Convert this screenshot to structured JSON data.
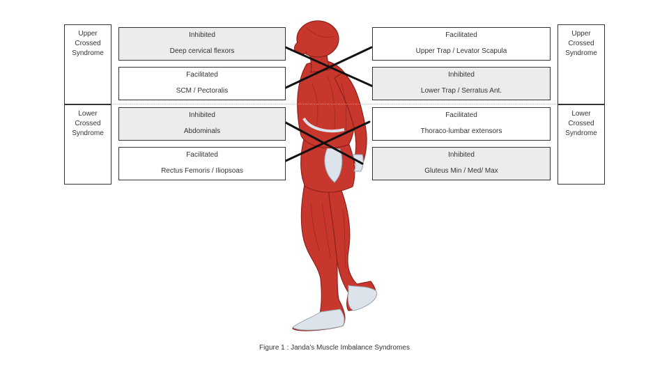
{
  "left_labels": {
    "upper": [
      "Upper",
      "Crossed",
      "Syndrome"
    ],
    "lower": [
      "Lower",
      "Crossed",
      "Syndrome"
    ]
  },
  "right_labels": {
    "upper": [
      "Upper",
      "Crossed",
      "Syndrome"
    ],
    "lower": [
      "Lower",
      "Crossed",
      "Syndrome"
    ]
  },
  "upper_crossed": {
    "left_top": {
      "status": "Inhibited",
      "muscle": "Deep cervical flexors"
    },
    "left_bottom": {
      "status": "Facilitated",
      "muscle": "SCM  /  Pectoralis"
    },
    "right_top": {
      "status": "Facilitated",
      "muscle": "Upper Trap / Levator Scapula"
    },
    "right_bottom": {
      "status": "Inhibited",
      "muscle": "Lower Trap / Serratus Ant."
    }
  },
  "lower_crossed": {
    "left_top": {
      "status": "Inhibited",
      "muscle": "Abdominals"
    },
    "left_bottom": {
      "status": "Facilitated",
      "muscle": "Rectus Femoris / Iliopsoas"
    },
    "right_top": {
      "status": "Facilitated",
      "muscle": "Thoraco-lumbar extensors"
    },
    "right_bottom": {
      "status": "Inhibited",
      "muscle": "Gluteus Min / Med/ Max"
    }
  },
  "caption": "Figure 1 : Janda's Muscle Imbalance Syndromes",
  "colors": {
    "muscle": "#c8372d",
    "muscle_dark": "#8e2019",
    "tendon": "#dde3ea",
    "inhibited_fill": "#ececec",
    "facilitated_fill": "#ffffff",
    "border": "#333333"
  }
}
